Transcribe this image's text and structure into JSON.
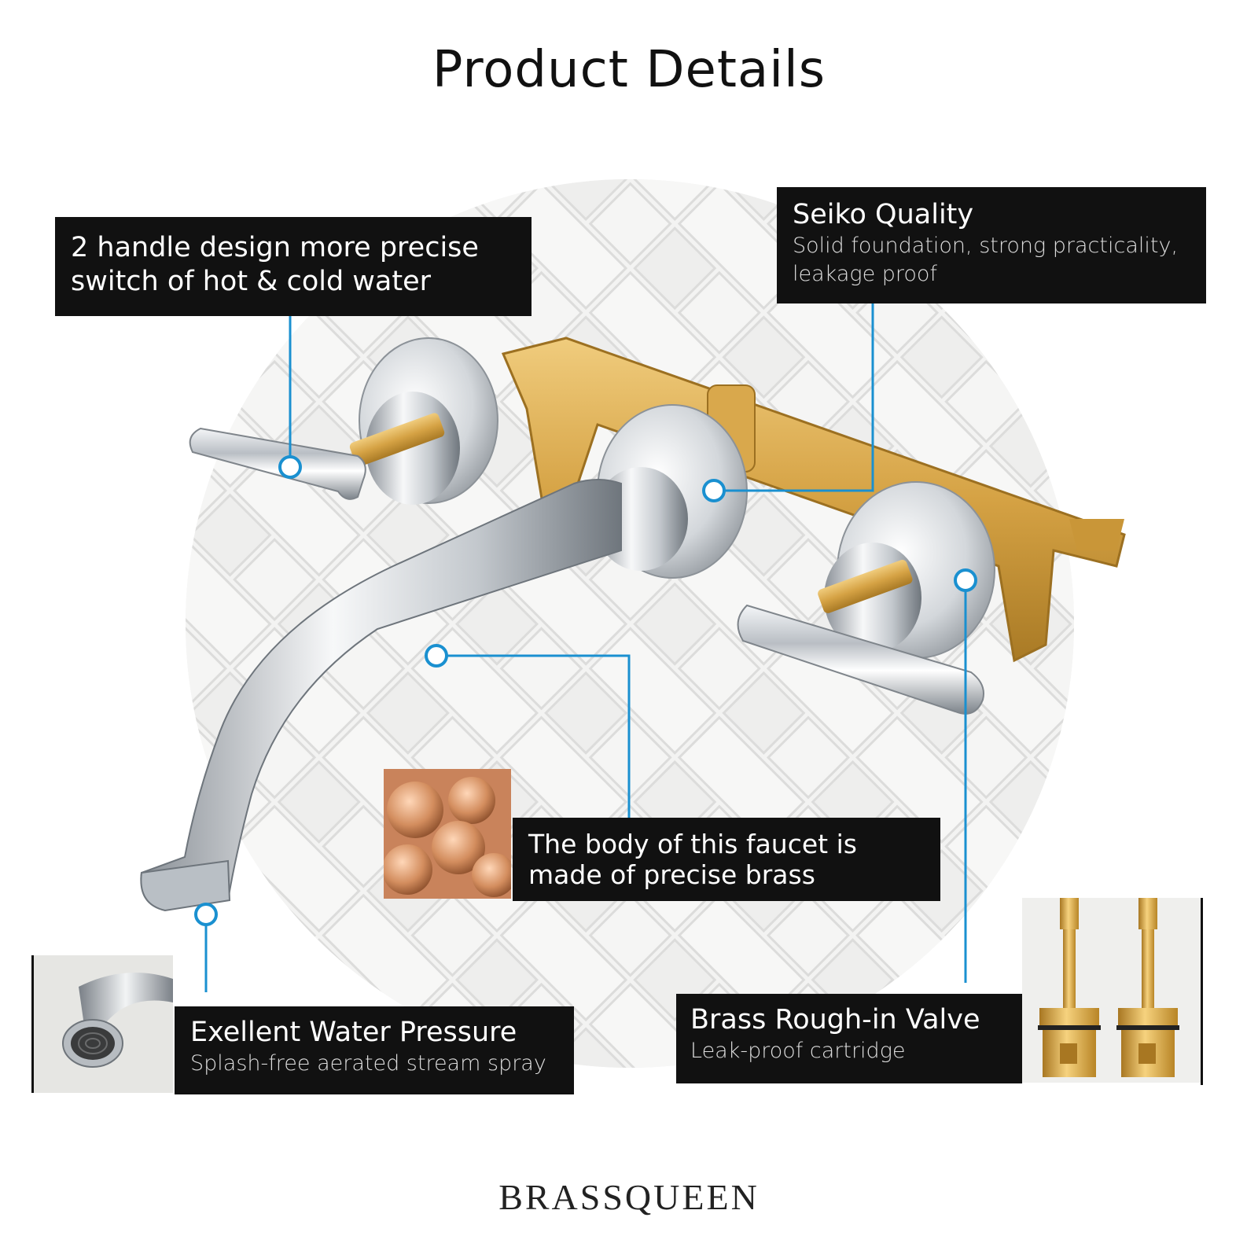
{
  "title": "Product Details",
  "brand": "BRASSQUEEN",
  "colors": {
    "leader": "#1a90d0",
    "callout_bg": "#111111",
    "brass": "#d7a64a",
    "chrome": "#c9cdd2"
  },
  "callouts": {
    "handle": {
      "head_line1": "2 handle design more precise",
      "head_line2": "switch of hot & cold water"
    },
    "quality": {
      "head": "Seiko Quality",
      "sub_line1": "Solid foundation, strong practicality,",
      "sub_line2": "leakage proof"
    },
    "body": {
      "head_line1": "The body of this faucet  is",
      "head_line2": "made of precise brass"
    },
    "pressure": {
      "head": "Exellent Water Pressure",
      "sub": "Splash-free aerated stream spray"
    },
    "valve": {
      "head": "Brass Rough-in Valve",
      "sub": "Leak-proof cartridge"
    }
  }
}
